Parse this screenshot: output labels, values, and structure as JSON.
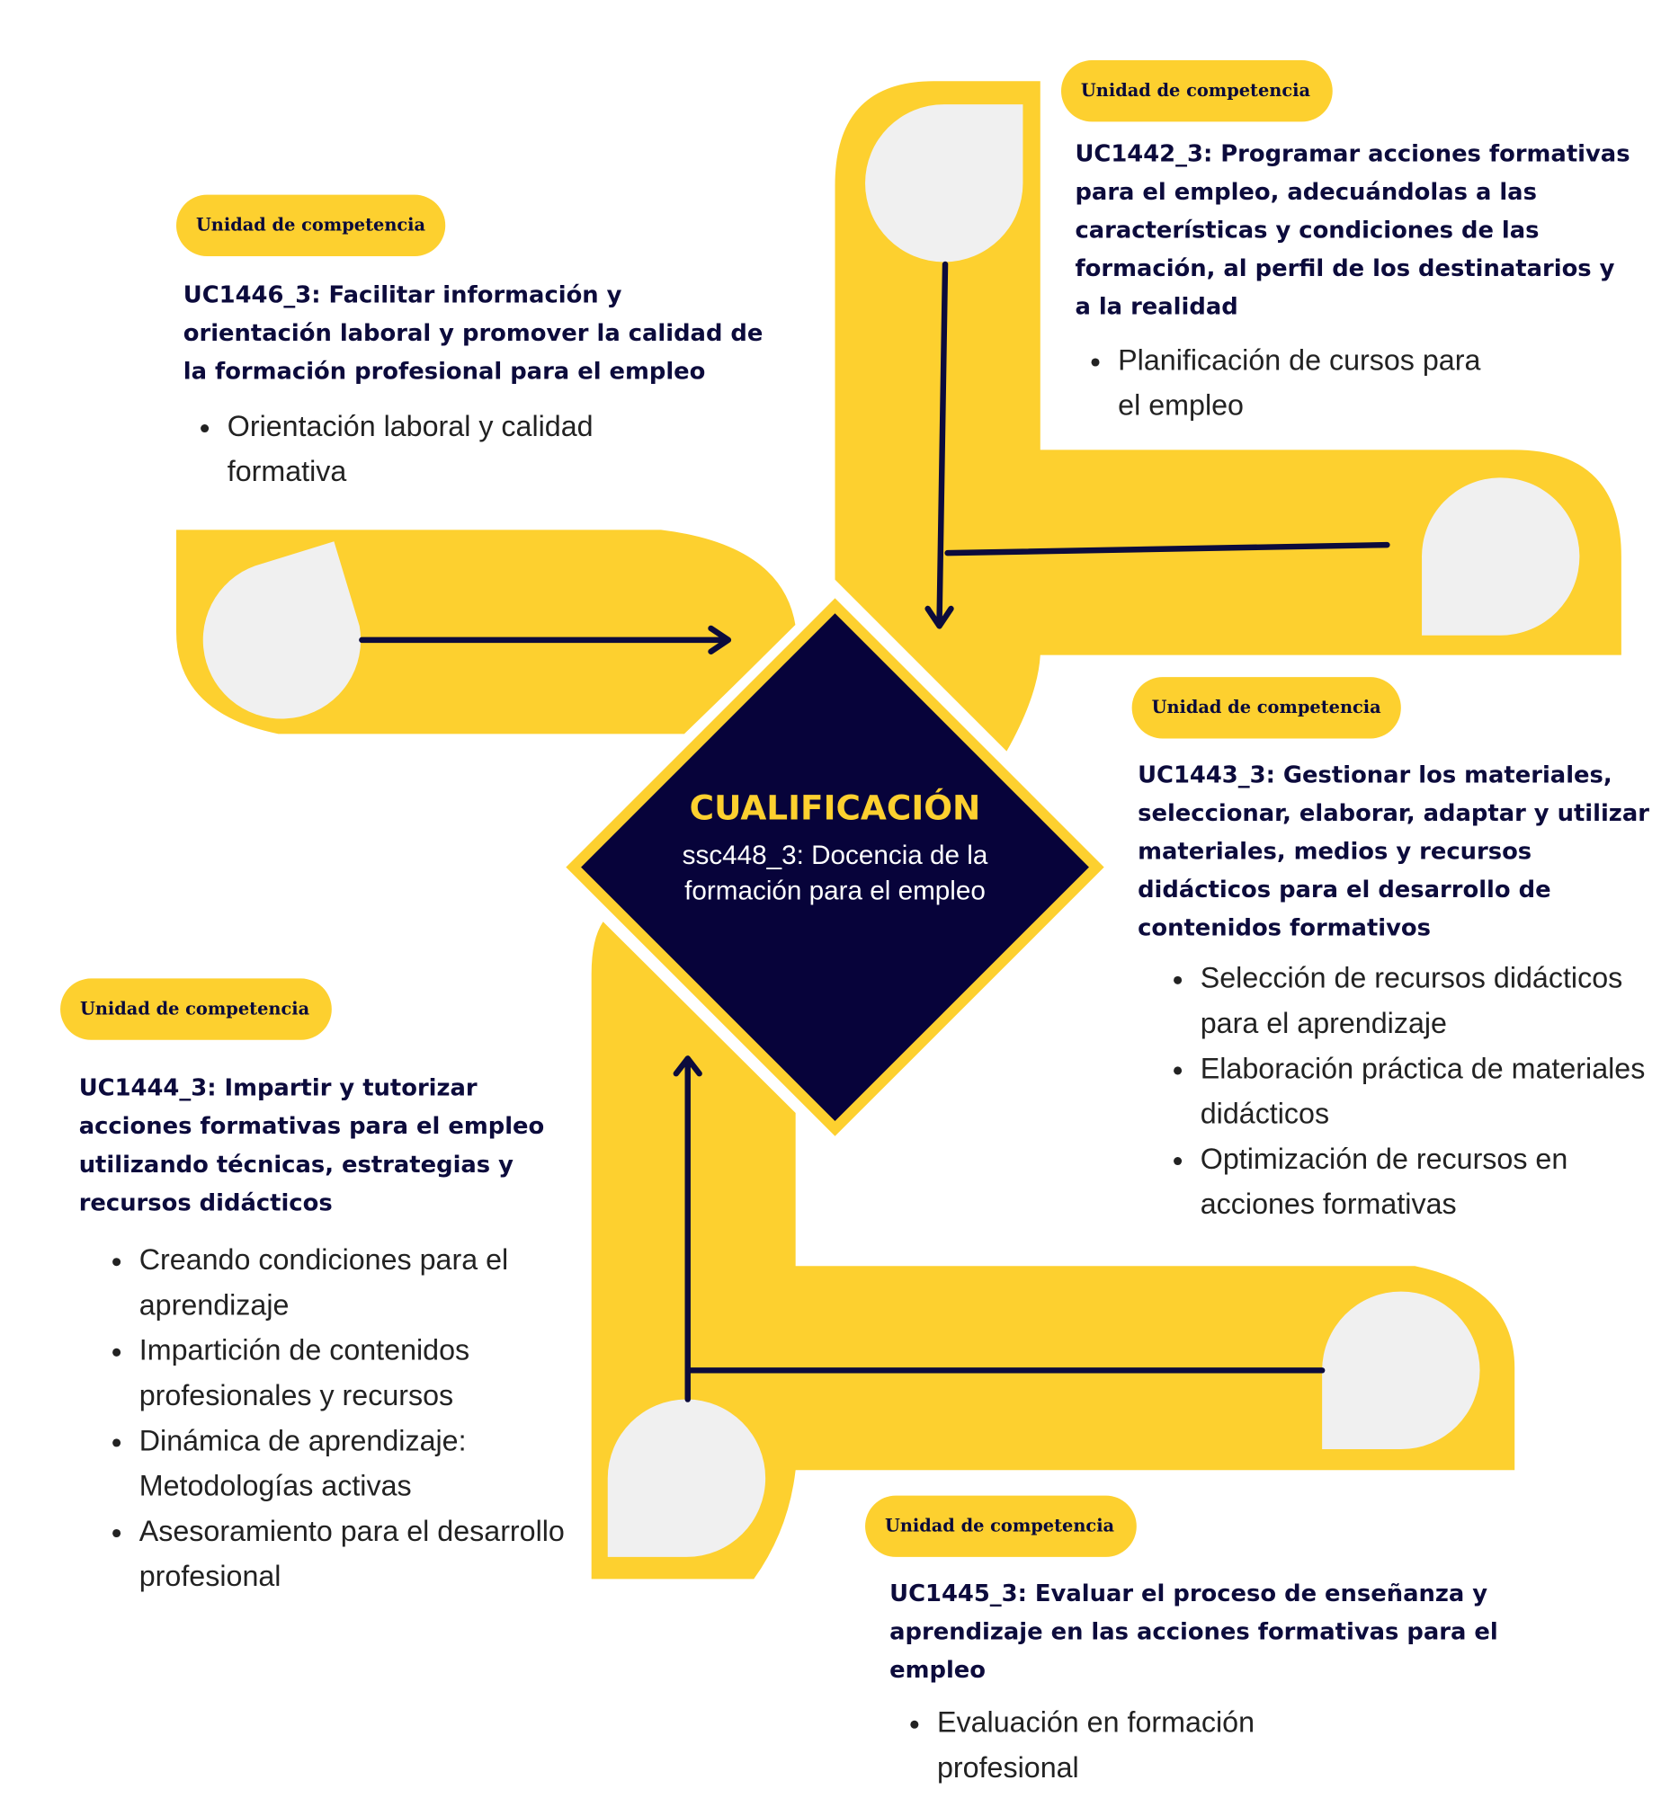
{
  "center": {
    "title": "CUALIFICACIÓN",
    "subtitle": "ssc448_3: Docencia de la formación para el empleo"
  },
  "colors": {
    "yellow": "#fdd02f",
    "navy": "#07033a",
    "grey": "#f0f0f0"
  },
  "units": [
    {
      "pill": "Unidad de competencia",
      "title": "UC1442_3: Programar acciones formativas para el empleo, adecuándolas a las características y condiciones de las formación, al perfil de los destinatarios y a la realidad",
      "items": [
        "Planificación de cursos para el empleo"
      ]
    },
    {
      "pill": "Unidad de competencia",
      "title": "UC1446_3: Facilitar información y orientación laboral y promover la calidad de la formación profesional para el empleo",
      "items": [
        "Orientación laboral y calidad formativa"
      ]
    },
    {
      "pill": "Unidad de competencia",
      "title": "UC1443_3: Gestionar los materiales, seleccionar, elaborar, adaptar y utilizar materiales, medios y recursos didácticos para el desarrollo de contenidos formativos",
      "items": [
        "Selección de recursos didácticos para el aprendizaje",
        "Elaboración práctica de materiales didácticos",
        "Optimización de recursos en acciones formativas"
      ]
    },
    {
      "pill": "Unidad de competencia",
      "title": "UC1444_3: Impartir y tutorizar acciones formativas para el empleo utilizando técnicas, estrategias y recursos didácticos",
      "items": [
        "Creando condiciones para el aprendizaje",
        "Impartición de contenidos profesionales y recursos",
        "Dinámica de aprendizaje: Metodologías activas",
        "Asesoramiento para el desarrollo profesional"
      ]
    },
    {
      "pill": "Unidad de competencia",
      "title": "UC1445_3: Evaluar el proceso de enseñanza y aprendizaje en las acciones formativas para el empleo",
      "items": [
        "Evaluación en formación profesional"
      ]
    }
  ]
}
